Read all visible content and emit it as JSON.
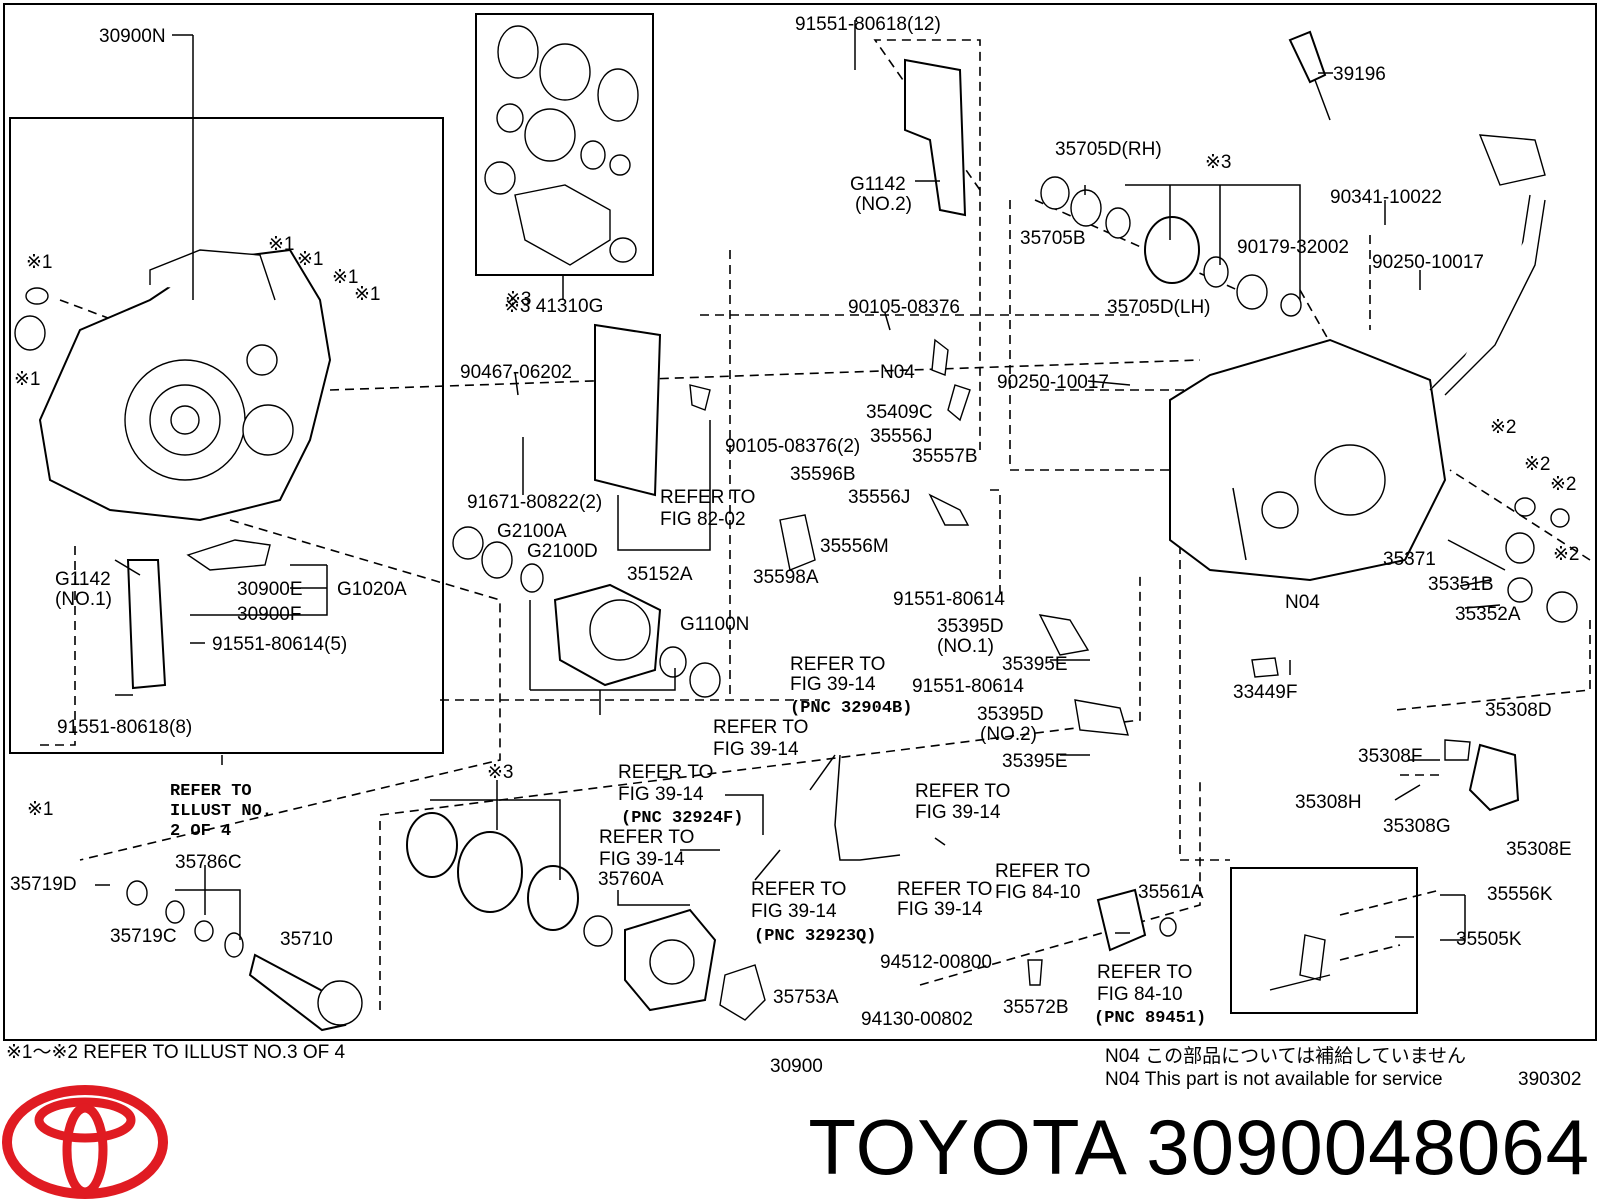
{
  "brand": {
    "name": "TOYOTA",
    "part_number": "3090048064"
  },
  "diagram": {
    "assembly_label": "30900",
    "diagram_code": "390302",
    "footnote": "※1～※2 REFER TO ILLUST NO.3 OF 4",
    "notes": [
      "N04  この部品については補給していません",
      "N04  This part is not available for service"
    ],
    "refer_illust": [
      "REFER  TO",
      "ILLUST  NO.",
      "2  OF  4"
    ],
    "callouts": [
      {
        "id": "c1",
        "text": "30900N"
      },
      {
        "id": "c2",
        "text": "41310G",
        "prefix": "※3"
      },
      {
        "id": "c3",
        "text": "91551-80618(12)"
      },
      {
        "id": "c4",
        "text": "39196"
      },
      {
        "id": "c5",
        "text": "35705D(RH)"
      },
      {
        "id": "c6",
        "text": "※3"
      },
      {
        "id": "c7",
        "text": "90341-10022"
      },
      {
        "id": "c8",
        "text": "G1142"
      },
      {
        "id": "c9",
        "text": "(NO.2)"
      },
      {
        "id": "c10",
        "text": "35705B"
      },
      {
        "id": "c11",
        "text": "90179-32002"
      },
      {
        "id": "c12",
        "text": "90250-10017"
      },
      {
        "id": "c13",
        "text": "35705D(LH)"
      },
      {
        "id": "c14",
        "text": "90105-08376"
      },
      {
        "id": "c15",
        "text": "90467-06202"
      },
      {
        "id": "c16",
        "text": "N04"
      },
      {
        "id": "c17",
        "text": "90250-10017"
      },
      {
        "id": "c18",
        "text": "35409C"
      },
      {
        "id": "c19",
        "text": "35556J"
      },
      {
        "id": "c20",
        "text": "90105-08376(2)"
      },
      {
        "id": "c21",
        "text": "35557B"
      },
      {
        "id": "c22",
        "text": "35596B"
      },
      {
        "id": "c23",
        "text": "REFER TO"
      },
      {
        "id": "c24",
        "text": "FIG 82-02"
      },
      {
        "id": "c25",
        "text": "91671-80822(2)"
      },
      {
        "id": "c26",
        "text": "35556J"
      },
      {
        "id": "c27",
        "text": "G2100A"
      },
      {
        "id": "c28",
        "text": "35556M"
      },
      {
        "id": "c29",
        "text": "G2100D"
      },
      {
        "id": "c30",
        "text": "35152A"
      },
      {
        "id": "c31",
        "text": "35598A"
      },
      {
        "id": "c32",
        "text": "G1142"
      },
      {
        "id": "c33",
        "text": "(NO.1)"
      },
      {
        "id": "c34",
        "text": "30900E"
      },
      {
        "id": "c35",
        "text": "G1020A"
      },
      {
        "id": "c36",
        "text": "30900F"
      },
      {
        "id": "c37",
        "text": "91551-80614(5)"
      },
      {
        "id": "c38",
        "text": "91551-80618(8)"
      },
      {
        "id": "c39",
        "text": "G1100N"
      },
      {
        "id": "c40",
        "text": "91551-80614"
      },
      {
        "id": "c41",
        "text": "35395D"
      },
      {
        "id": "c42",
        "text": "(NO.1)"
      },
      {
        "id": "c43",
        "text": "35395E"
      },
      {
        "id": "c44",
        "text": "REFER TO"
      },
      {
        "id": "c45",
        "text": "FIG 39-14"
      },
      {
        "id": "c46",
        "text": "(PNC  32904B)"
      },
      {
        "id": "c47",
        "text": "91551-80614"
      },
      {
        "id": "c48",
        "text": "35395D"
      },
      {
        "id": "c49",
        "text": "(NO.2)"
      },
      {
        "id": "c50",
        "text": "35395E"
      },
      {
        "id": "c51",
        "text": "REFER TO"
      },
      {
        "id": "c52",
        "text": "FIG 39-14"
      },
      {
        "id": "c53",
        "text": "※3"
      },
      {
        "id": "c54",
        "text": "REFER TO"
      },
      {
        "id": "c55",
        "text": "FIG 39-14"
      },
      {
        "id": "c56",
        "text": "(PNC  32924F)"
      },
      {
        "id": "c57",
        "text": "REFER TO"
      },
      {
        "id": "c58",
        "text": "FIG 39-14"
      },
      {
        "id": "c59",
        "text": "35760A"
      },
      {
        "id": "c60",
        "text": "REFER TO"
      },
      {
        "id": "c61",
        "text": "FIG 39-14"
      },
      {
        "id": "c62",
        "text": "(PNC  32923Q)"
      },
      {
        "id": "c63",
        "text": "REFER TO"
      },
      {
        "id": "c64",
        "text": "FIG 39-14"
      },
      {
        "id": "c65",
        "text": "REFER TO"
      },
      {
        "id": "c66",
        "text": "FIG 39-14"
      },
      {
        "id": "c67",
        "text": "REFER TO"
      },
      {
        "id": "c68",
        "text": "FIG 84-10"
      },
      {
        "id": "c69",
        "text": "35561A"
      },
      {
        "id": "c70",
        "text": "REFER TO"
      },
      {
        "id": "c71",
        "text": "FIG 84-10"
      },
      {
        "id": "c72",
        "text": "(PNC  89451)"
      },
      {
        "id": "c73",
        "text": "94512-00800"
      },
      {
        "id": "c74",
        "text": "94130-00802"
      },
      {
        "id": "c75",
        "text": "35572B"
      },
      {
        "id": "c76",
        "text": "35753A"
      },
      {
        "id": "c77",
        "text": "35719D"
      },
      {
        "id": "c78",
        "text": "35786C"
      },
      {
        "id": "c79",
        "text": "35719C"
      },
      {
        "id": "c80",
        "text": "35710"
      },
      {
        "id": "c81",
        "text": "※2"
      },
      {
        "id": "c82",
        "text": "※2"
      },
      {
        "id": "c83",
        "text": "※2"
      },
      {
        "id": "c84",
        "text": "※2"
      },
      {
        "id": "c85",
        "text": "35371"
      },
      {
        "id": "c86",
        "text": "35351B"
      },
      {
        "id": "c87",
        "text": "35352A"
      },
      {
        "id": "c88",
        "text": "N04"
      },
      {
        "id": "c89",
        "text": "33449F"
      },
      {
        "id": "c90",
        "text": "35308D"
      },
      {
        "id": "c91",
        "text": "35308F"
      },
      {
        "id": "c92",
        "text": "35308H"
      },
      {
        "id": "c93",
        "text": "35308G"
      },
      {
        "id": "c94",
        "text": "35308E"
      },
      {
        "id": "c95",
        "text": "35556K"
      },
      {
        "id": "c96",
        "text": "35505K"
      },
      {
        "id": "c97",
        "text": "※1"
      },
      {
        "id": "c98",
        "text": "※1"
      },
      {
        "id": "c99",
        "text": "※1"
      },
      {
        "id": "c100",
        "text": "※1"
      },
      {
        "id": "c101",
        "text": "※1"
      },
      {
        "id": "c102",
        "text": "※1"
      },
      {
        "id": "c103",
        "text": "※1"
      },
      {
        "id": "c104",
        "text": "※3"
      }
    ]
  }
}
